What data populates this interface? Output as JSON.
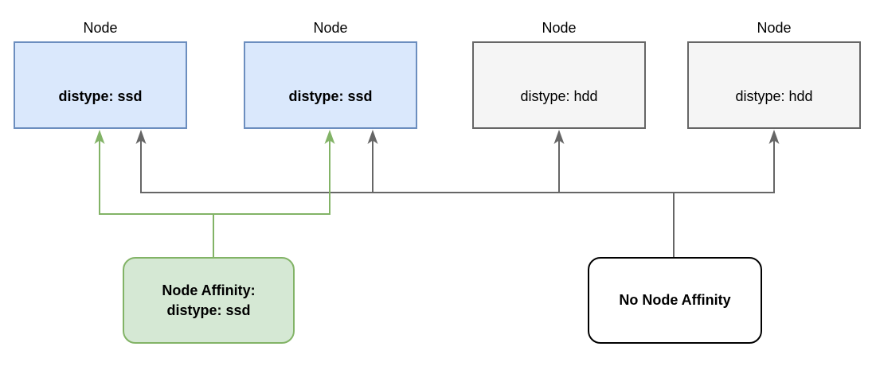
{
  "diagram": {
    "type": "node-affinity-scheduling-diagram",
    "nodes": [
      {
        "title": "Node",
        "value": "distype: ssd",
        "disk_type": "ssd"
      },
      {
        "title": "Node",
        "value": "distype: ssd",
        "disk_type": "ssd"
      },
      {
        "title": "Node",
        "value": "distype: hdd",
        "disk_type": "hdd"
      },
      {
        "title": "Node",
        "value": "distype: hdd",
        "disk_type": "hdd"
      }
    ],
    "affinity": {
      "line1": "Node Affinity:",
      "line2": "distype: ssd",
      "targets": [
        "node-1",
        "node-2"
      ]
    },
    "no_affinity": {
      "label": "No Node Affinity",
      "targets": [
        "node-1",
        "node-2",
        "node-3",
        "node-4"
      ]
    },
    "colors": {
      "node_ssd_fill": "#dae8fc",
      "node_ssd_border": "#6c8ebf",
      "node_hdd_fill": "#f5f5f5",
      "node_hdd_border": "#666666",
      "affinity_fill": "#d5e8d4",
      "affinity_border": "#82b366",
      "no_affinity_fill": "#ffffff",
      "no_affinity_border": "#000000",
      "arrow_green": "#82b366",
      "arrow_gray": "#666666",
      "text": "#000000",
      "background": "#ffffff"
    }
  }
}
